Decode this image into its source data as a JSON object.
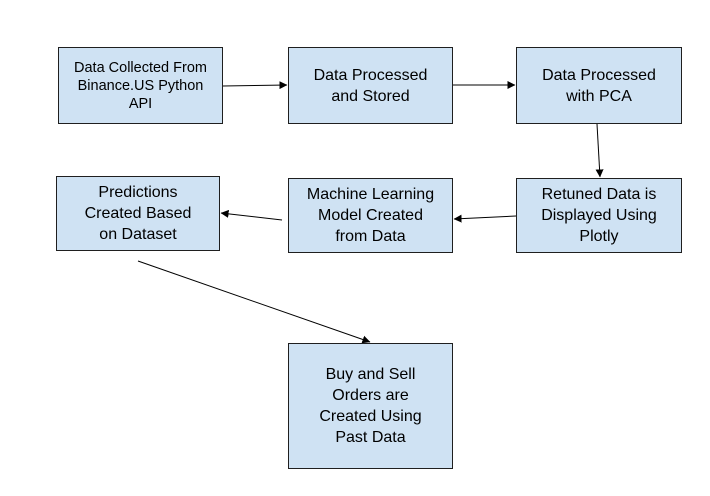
{
  "diagram": {
    "style": {
      "box_fill": "#cfe2f3",
      "box_border": "#1f1f1f",
      "line_color": "#000000"
    },
    "nodes": [
      {
        "id": "collect",
        "name": "node-data-collected",
        "label": "Data Collected From\nBinance.US Python\nAPI"
      },
      {
        "id": "store",
        "name": "node-data-processed-stored",
        "label": "Data Processed\nand Stored"
      },
      {
        "id": "pca",
        "name": "node-data-processed-pca",
        "label": "Data Processed\nwith PCA"
      },
      {
        "id": "plotly",
        "name": "node-data-displayed-plotly",
        "label": "Retuned Data is\nDisplayed Using\nPlotly"
      },
      {
        "id": "ml",
        "name": "node-ml-model-created",
        "label": "Machine Learning\nModel Created\nfrom Data"
      },
      {
        "id": "predict",
        "name": "node-predictions-created",
        "label": "Predictions\nCreated Based\non Dataset"
      },
      {
        "id": "orders",
        "name": "node-buy-sell-orders",
        "label": "Buy and Sell\nOrders are\nCreated Using\nPast Data"
      }
    ],
    "edges": [
      {
        "from": "collect",
        "to": "store"
      },
      {
        "from": "store",
        "to": "pca"
      },
      {
        "from": "pca",
        "to": "plotly"
      },
      {
        "from": "plotly",
        "to": "ml"
      },
      {
        "from": "ml",
        "to": "predict"
      },
      {
        "from": "predict",
        "to": "orders"
      }
    ]
  }
}
